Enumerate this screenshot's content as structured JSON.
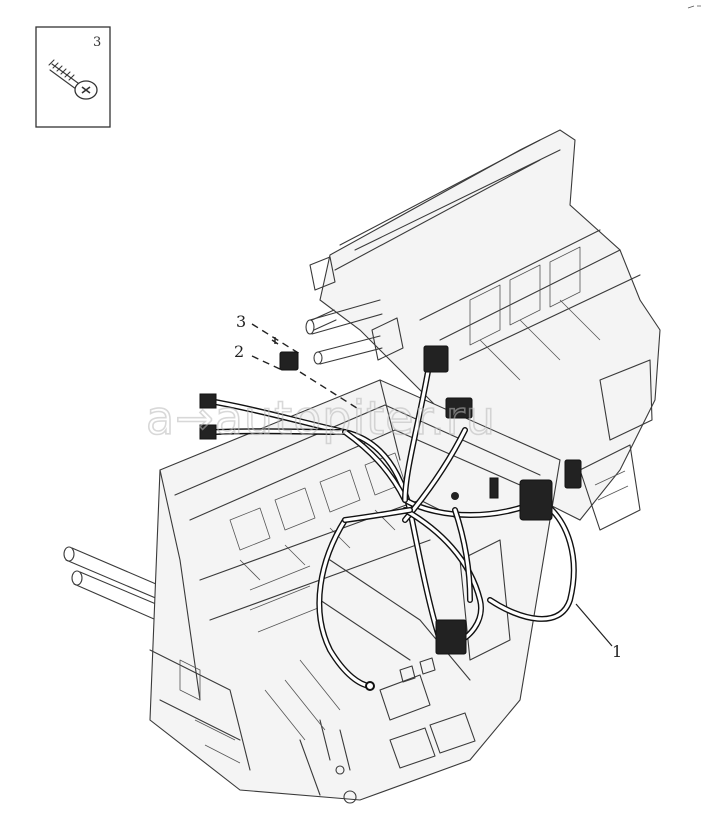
{
  "inset": {
    "label": "3",
    "icon": "screw-icon"
  },
  "callouts": [
    {
      "id": "1",
      "label": "1"
    },
    {
      "id": "2",
      "label": "2"
    },
    {
      "id": "3",
      "label": "3"
    }
  ],
  "watermark": {
    "text": "a→autopiter.ru"
  },
  "colors": {
    "line": "#3a3a3a",
    "wire": "#111111",
    "background": "#ffffff"
  }
}
